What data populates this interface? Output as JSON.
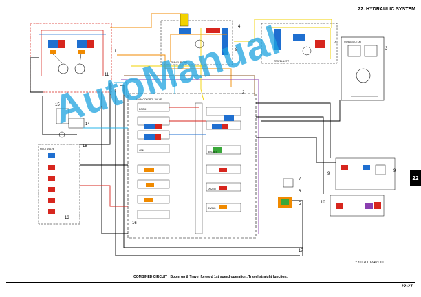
{
  "header": {
    "title": "22. HYDRAULIC SYSTEM"
  },
  "side_tab": {
    "label": "22"
  },
  "figure_id": "YY01Z00124P1  01",
  "caption": "COMBINED CIRCUIT : Boom up & Travel forward 1st speed operation, Travel straight function.",
  "page_number": "22-27",
  "watermark": "AutoManual",
  "callouts": [
    "1",
    "2",
    "3",
    "4",
    "4",
    "5",
    "6",
    "7",
    "8",
    "9",
    "9",
    "10",
    "11",
    "12",
    "13",
    "14",
    "15",
    "16",
    "17",
    "18"
  ],
  "component_labels": {
    "travel_right": "TRAVEL RIGHT",
    "travel_left": "TRAVEL LEFT",
    "swing_motor": "SWING MOTOR",
    "main_control_valve": "MAIN CONTROL VALVE",
    "pilot_valve": "PILOT VALVE",
    "boom": "BOOM",
    "arm": "ARM",
    "bucket": "BUCKET",
    "dozer": "DOZER",
    "swing": "SWING"
  },
  "colors": {
    "blue": "#1f6fd0",
    "red": "#d7261e",
    "orange": "#f08a00",
    "yellow": "#f2d200",
    "cyan": "#2ab4e8",
    "green": "#3aa83a",
    "purple": "#8a3fb0",
    "brown": "#8b5a2b"
  }
}
